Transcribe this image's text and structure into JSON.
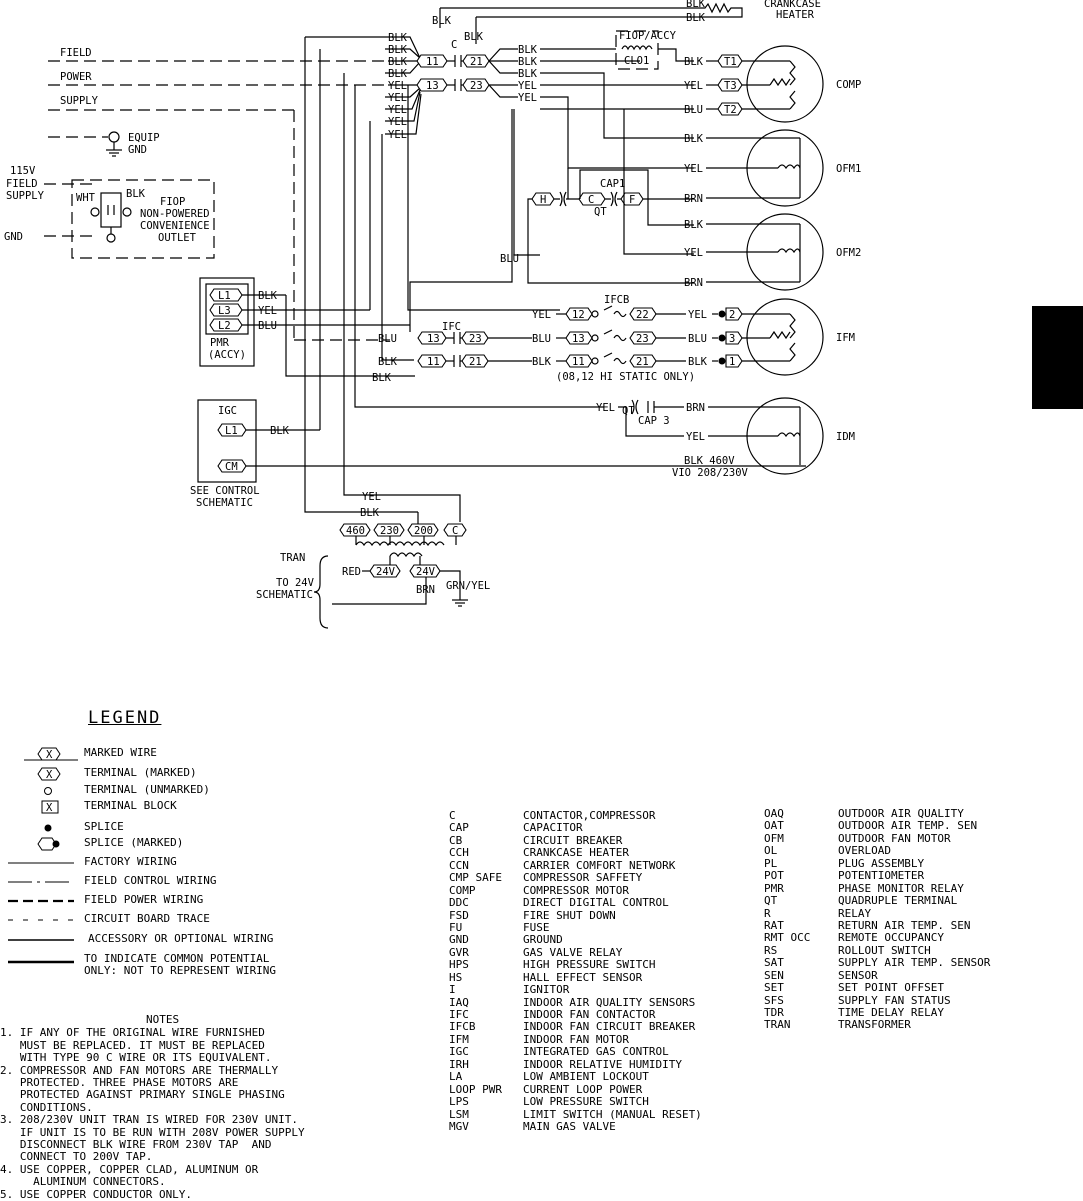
{
  "diagram": {
    "headings": {
      "crankcase_heater": [
        "CRANKCASE",
        "HEATER"
      ],
      "field_power_supply": [
        "FIELD",
        "POWER",
        "SUPPLY"
      ],
      "equip_gnd": [
        "EQUIP",
        "GND"
      ],
      "field_supply_115v": [
        "115V",
        "FIELD",
        "SUPPLY"
      ],
      "gnd": "GND",
      "fiop_outlet": [
        "FIOP",
        "NON-POWERED",
        "CONVENIENCE",
        "OUTLET"
      ],
      "pmr": [
        "PMR",
        "(ACCY)"
      ],
      "igc": "IGC",
      "see_control": [
        "SEE CONTROL",
        "SCHEMATIC"
      ],
      "tran": "TRAN",
      "to_24v": [
        "TO 24V",
        "SCHEMATIC"
      ],
      "fiop_accy": "FIOP/ACCY",
      "hi_static": "(08,12 HI STATIC ONLY)",
      "blk_460v": "BLK 460V",
      "vio_208": "VIO 208/230V"
    },
    "motors": [
      "COMP",
      "OFM1",
      "OFM2",
      "IFM",
      "IDM"
    ],
    "devices": {
      "c": "C",
      "ifc": "IFC",
      "ifcb": "IFCB",
      "qt": "QT",
      "cap1": "CAP1",
      "cap3": "CAP 3",
      "clo1": "CLO1"
    },
    "terminals": {
      "c_11": "11",
      "c_21": "21",
      "c_13": "13",
      "c_23": "23",
      "t1": "T1",
      "t3": "T3",
      "t2": "T2",
      "cap_h": "H",
      "cap_c": "C",
      "cap_f": "F",
      "ifcb_12": "12",
      "ifcb_22": "22",
      "ifcb_13": "13",
      "ifcb_23": "23",
      "ifcb_11": "11",
      "ifcb_21": "21",
      "ifc_13": "13",
      "ifc_23": "23",
      "ifc_11": "11",
      "ifc_21": "21",
      "ifm_2": "2",
      "ifm_3": "3",
      "ifm_1": "1",
      "pmr_l1": "L1",
      "pmr_l3": "L3",
      "pmr_l2": "L2",
      "igc_l1": "L1",
      "igc_cm": "CM",
      "tr_460": "460",
      "tr_230": "230",
      "tr_200": "200",
      "tr_c": "C",
      "tr_24a": "24V",
      "tr_24b": "24V"
    },
    "wires": {
      "blk": "BLK",
      "yel": "YEL",
      "blu": "BLU",
      "brn": "BRN",
      "wht": "WHT",
      "red": "RED",
      "grn_yel": "GRN/YEL"
    }
  },
  "legend": {
    "title": "LEGEND",
    "items": [
      {
        "symbol": "marked-wire",
        "tag": "X",
        "label": "MARKED WIRE"
      },
      {
        "symbol": "terminal-marked",
        "tag": "X",
        "label": "TERMINAL (MARKED)"
      },
      {
        "symbol": "terminal-unmarked",
        "label": "TERMINAL (UNMARKED)"
      },
      {
        "symbol": "terminal-block",
        "tag": "X",
        "label": "TERMINAL BLOCK"
      },
      {
        "symbol": "splice",
        "label": "SPLICE"
      },
      {
        "symbol": "splice-marked",
        "label": "SPLICE (MARKED)"
      },
      {
        "symbol": "factory-wiring",
        "label": "FACTORY WIRING"
      },
      {
        "symbol": "field-control-wiring",
        "label": "FIELD CONTROL WIRING"
      },
      {
        "symbol": "field-power-wiring",
        "label": "FIELD POWER WIRING"
      },
      {
        "symbol": "circuit-board-trace",
        "label": "CIRCUIT BOARD TRACE"
      },
      {
        "symbol": "accessory-wiring",
        "label": "ACCESSORY OR OPTIONAL WIRING"
      },
      {
        "symbol": "common-potential",
        "label": "TO INDICATE COMMON POTENTIAL",
        "label2": "ONLY: NOT TO REPRESENT WIRING"
      }
    ]
  },
  "notes": {
    "title": "NOTES",
    "items": [
      "1. IF ANY OF THE ORIGINAL WIRE FURNISHED\n   MUST BE REPLACED. IT MUST BE REPLACED\n   WITH TYPE 90 C WIRE OR ITS EQUIVALENT.",
      "2. COMPRESSOR AND FAN MOTORS ARE THERMALLY\n   PROTECTED. THREE PHASE MOTORS ARE\n   PROTECTED AGAINST PRIMARY SINGLE PHASING\n   CONDITIONS.",
      "3. 208/230V UNIT TRAN IS WIRED FOR 230V UNIT.\n   IF UNIT IS TO BE RUN WITH 208V POWER SUPPLY\n   DISCONNECT BLK WIRE FROM 230V TAP  AND\n   CONNECT TO 200V TAP.",
      "4. USE COPPER, COPPER CLAD, ALUMINUM OR\n     ALUMINUM CONNECTORS.",
      "5. USE COPPER CONDUCTOR ONLY."
    ]
  },
  "abbreviations_left": [
    [
      "C",
      "CONTACTOR,COMPRESSOR"
    ],
    [
      "CAP",
      "CAPACITOR"
    ],
    [
      "CB",
      "CIRCUIT BREAKER"
    ],
    [
      "CCH",
      "CRANKCASE HEATER"
    ],
    [
      "CCN",
      "CARRIER COMFORT NETWORK"
    ],
    [
      "CMP SAFE",
      "COMPRESSOR SAFFETY"
    ],
    [
      "COMP",
      "COMPRESSOR MOTOR"
    ],
    [
      "DDC",
      "DIRECT DIGITAL CONTROL"
    ],
    [
      "FSD",
      "FIRE SHUT DOWN"
    ],
    [
      "FU",
      "FUSE"
    ],
    [
      "GND",
      "GROUND"
    ],
    [
      "GVR",
      "GAS VALVE RELAY"
    ],
    [
      "HPS",
      "HIGH PRESSURE SWITCH"
    ],
    [
      "HS",
      "HALL EFFECT SENSOR"
    ],
    [
      "I",
      "IGNITOR"
    ],
    [
      "IAQ",
      "INDOOR AIR QUALITY SENSORS"
    ],
    [
      "IFC",
      "INDOOR FAN CONTACTOR"
    ],
    [
      "IFCB",
      "INDOOR FAN CIRCUIT BREAKER"
    ],
    [
      "IFM",
      "INDOOR FAN MOTOR"
    ],
    [
      "IGC",
      "INTEGRATED GAS CONTROL"
    ],
    [
      "IRH",
      "INDOOR RELATIVE HUMIDITY"
    ],
    [
      "LA",
      "LOW AMBIENT LOCKOUT"
    ],
    [
      "LOOP PWR",
      "CURRENT LOOP POWER"
    ],
    [
      "LPS",
      "LOW PRESSURE SWITCH"
    ],
    [
      "LSM",
      "LIMIT SWITCH (MANUAL RESET)"
    ],
    [
      "MGV",
      "MAIN GAS VALVE"
    ]
  ],
  "abbreviations_right": [
    [
      "OAQ",
      "OUTDOOR AIR QUALITY"
    ],
    [
      "OAT",
      "OUTDOOR AIR TEMP. SEN"
    ],
    [
      "OFM",
      "OUTDOOR FAN MOTOR"
    ],
    [
      "OL",
      "OVERLOAD"
    ],
    [
      "PL",
      "PLUG ASSEMBLY"
    ],
    [
      "POT",
      "POTENTIOMETER"
    ],
    [
      "PMR",
      "PHASE MONITOR RELAY"
    ],
    [
      "QT",
      "QUADRUPLE TERMINAL"
    ],
    [
      "R",
      "RELAY"
    ],
    [
      "RAT",
      "RETURN AIR TEMP. SEN"
    ],
    [
      "RMT OCC",
      "REMOTE OCCUPANCY"
    ],
    [
      "RS",
      "ROLLOUT SWITCH"
    ],
    [
      "SAT",
      "SUPPLY AIR TEMP. SENSOR"
    ],
    [
      "SEN",
      "SENSOR"
    ],
    [
      "SET",
      "SET POINT OFFSET"
    ],
    [
      "SFS",
      "SUPPLY FAN STATUS"
    ],
    [
      "TDR",
      "TIME DELAY RELAY"
    ],
    [
      "TRAN",
      "TRANSFORMER"
    ]
  ]
}
